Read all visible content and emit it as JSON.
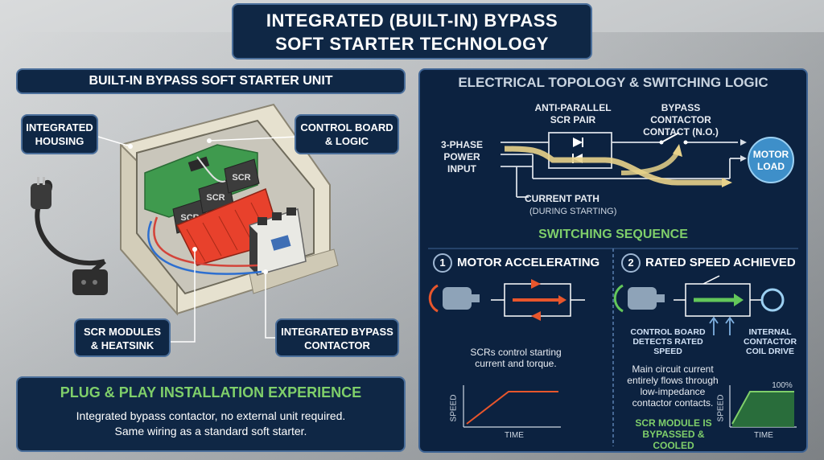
{
  "title": {
    "line1": "INTEGRATED (BUILT-IN) BYPASS",
    "line2": "SOFT STARTER TECHNOLOGY"
  },
  "left": {
    "header": "BUILT-IN BYPASS SOFT STARTER UNIT",
    "callouts": {
      "housing": "INTEGRATED HOUSING",
      "control": "CONTROL BOARD & LOGIC",
      "scr": "SCR MODULES & HEATSINK",
      "bypass": "INTEGRATED BYPASS CONTACTOR"
    },
    "scr_label": "SCR"
  },
  "plug": {
    "title": "PLUG & PLAY INSTALLATION EXPERIENCE",
    "line1": "Integrated bypass contactor, no external unit required.",
    "line2": "Same wiring as a standard soft starter."
  },
  "right": {
    "header": "ELECTRICAL TOPOLOGY & SWITCHING LOGIC",
    "input": "3-PHASE POWER INPUT",
    "scr_pair": "ANTI-PARALLEL SCR PAIR",
    "bypass_contact": "BYPASS CONTACTOR CONTACT (N.O.)",
    "motor": "MOTOR LOAD",
    "current_path": "CURRENT PATH",
    "during_starting": "(DURING STARTING)",
    "sequence": "SWITCHING SEQUENCE",
    "step1": {
      "num": "1",
      "title": "MOTOR ACCELERATING",
      "desc": "SCRs control starting current and torque.",
      "ylabel": "SPEED",
      "xlabel": "TIME"
    },
    "step2": {
      "num": "2",
      "title": "RATED SPEED ACHIEVED",
      "detect": "CONTROL BOARD DETECTS RATED SPEED",
      "coil": "INTERNAL CONTACTOR COIL DRIVE",
      "desc": "Main circuit current entirely flows through low-impedance contactor contacts.",
      "note": "SCR MODULE IS BYPASSED & COOLED",
      "ylabel": "SPEED",
      "xlabel": "TIME",
      "pct": "100%"
    }
  },
  "colors": {
    "navy": "#0f2745",
    "accent_green": "#7fcf6a",
    "current_path": "#e8d28a",
    "heatsink": "#e8412c"
  }
}
